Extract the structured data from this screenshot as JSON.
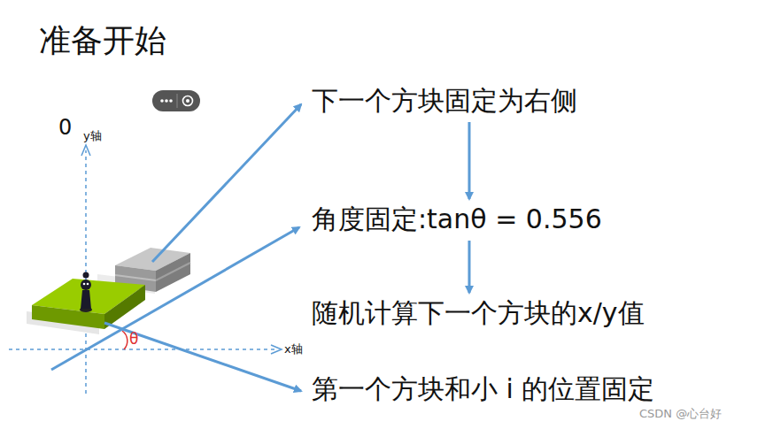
{
  "diagram": {
    "title": "准备开始",
    "nodes": [
      {
        "text": [
          "下一个方块固定为右侧"
        ]
      },
      {
        "text": [
          "角度固定:tanθ = 0.556"
        ]
      },
      {
        "text": [
          "随机计算下一个方块的x/y值"
        ]
      },
      {
        "text": [
          "第一个方块和小 i 的位置固定"
        ]
      }
    ],
    "edges": [
      {
        "from": 0,
        "to": 1,
        "arrow": "to"
      },
      {
        "from": 1,
        "to": 2,
        "arrow": "to"
      }
    ],
    "labels": [
      "0",
      "y轴",
      "x轴",
      "θ",
      "CSDN @心台好"
    ]
  }
}
